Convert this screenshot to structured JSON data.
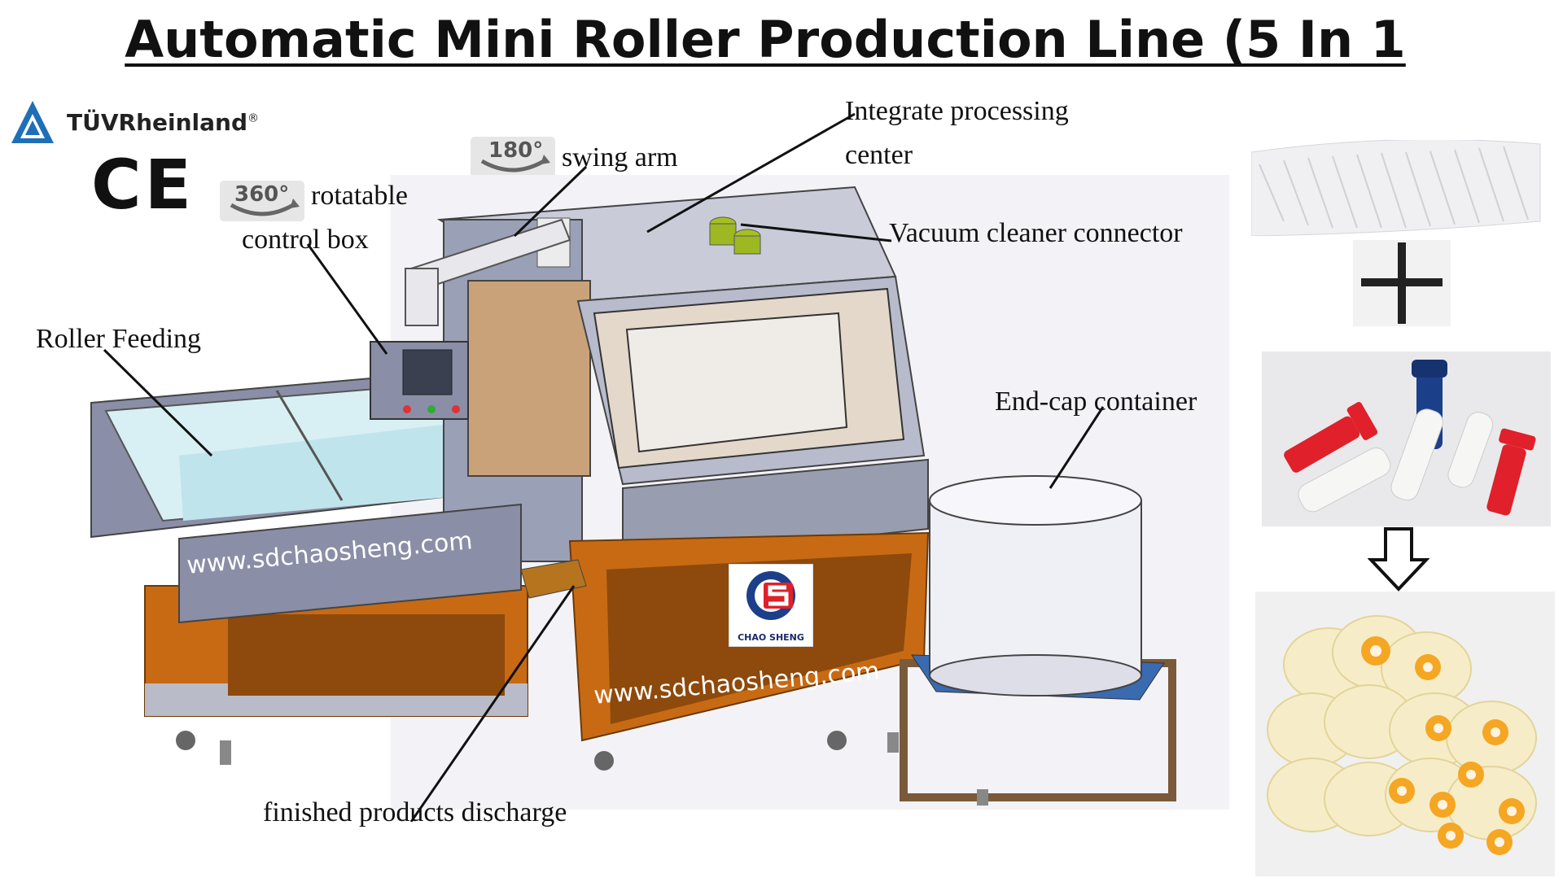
{
  "title": "Automatic Mini Roller Production Line (5 In 1",
  "certifications": {
    "tuv_brand": "TÜVRheinland",
    "ce_mark": "CE"
  },
  "badges": {
    "rotate_360": "360°",
    "swing_180": "180°"
  },
  "labels": {
    "rotatable_line1": "rotatable",
    "rotatable_line2": "control box",
    "swing_arm": "swing arm",
    "integrate_line1": "Integrate processing",
    "integrate_line2": "center",
    "vacuum": "Vacuum cleaner connector",
    "roller_feeding": "Roller Feeding",
    "end_cap": "End-cap container",
    "discharge": "finished products discharge"
  },
  "watermarks": {
    "url_left": "www.sdchaosheng.com",
    "url_bottom": "www.sdchaosheng.com"
  },
  "brand_logo": {
    "text": "CHAO SHENG"
  },
  "colors": {
    "machine_orange": "#c86a14",
    "machine_grey": "#8a8ea6",
    "machine_light": "#c9ccd8",
    "cap_red": "#e0202a",
    "cap_blue": "#1c3f8a",
    "foam_yellow": "#f2c84a"
  }
}
